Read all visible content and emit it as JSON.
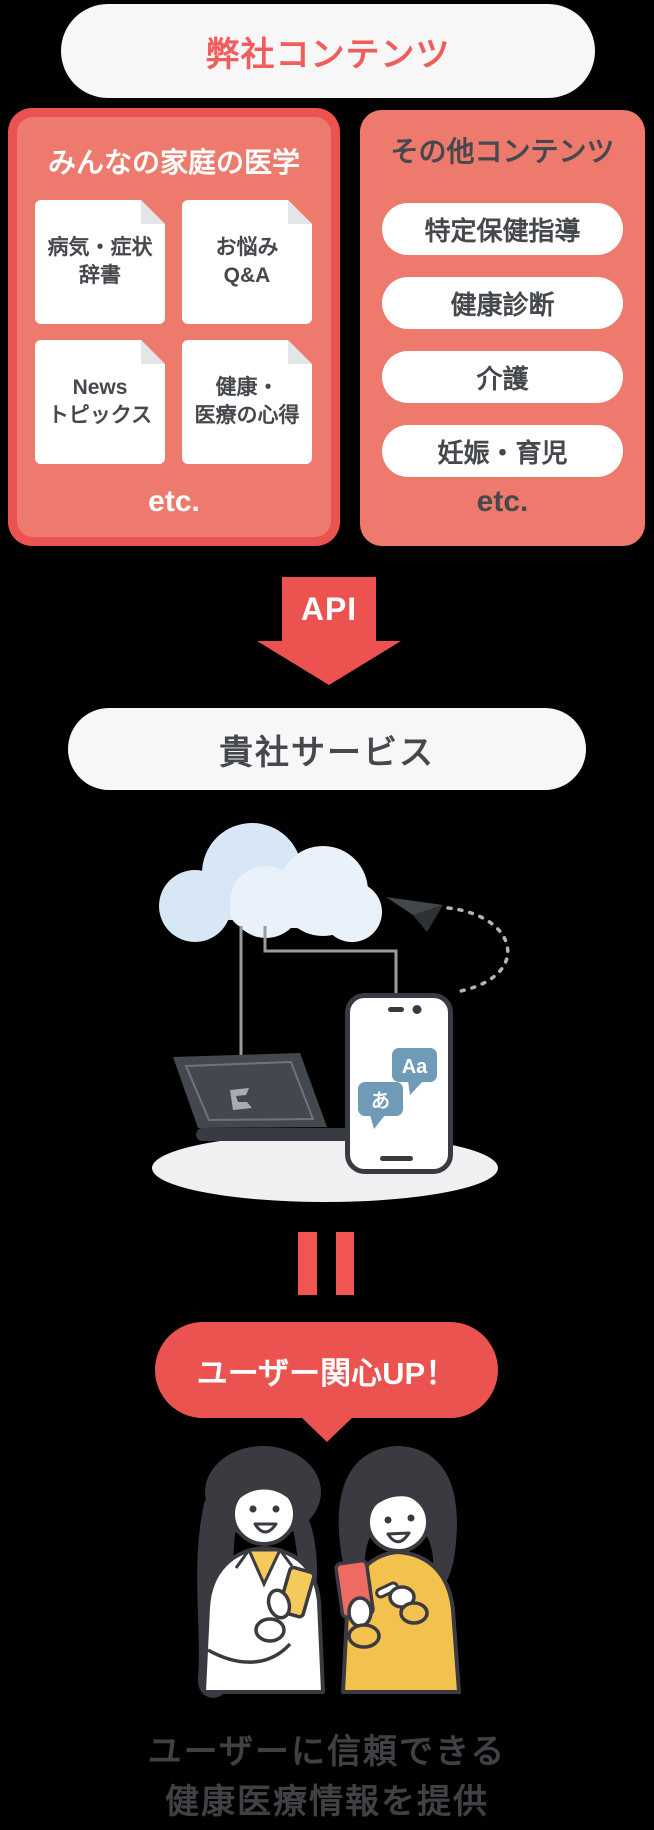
{
  "header": {
    "title": "弊社コンテンツ"
  },
  "our_content": {
    "left_box": {
      "title": "みんなの家庭の医学",
      "cards": [
        {
          "line1": "病気・症状",
          "line2": "辞書"
        },
        {
          "line1": "お悩み",
          "line2": "Q&A"
        },
        {
          "line1": "News",
          "line2": "トピックス"
        },
        {
          "line1": "健康・",
          "line2": "医療の心得"
        }
      ],
      "etc_label": "etc."
    },
    "right_box": {
      "title": "その他コンテンツ",
      "pills": [
        "特定保健指導",
        "健康診断",
        "介護",
        "妊娠・育児"
      ],
      "etc_label": "etc."
    }
  },
  "api_arrow": {
    "label": "API"
  },
  "service": {
    "label": "貴社サービス"
  },
  "illustration": {
    "chat_bubble_latin": "Aa",
    "chat_bubble_japanese": "あ"
  },
  "result": {
    "bubble_label": "ユーザー関心UP！"
  },
  "caption": {
    "line1": "ユーザーに信頼できる",
    "line2": "健康医療情報を提供"
  },
  "colors": {
    "red_primary": "#EB5350",
    "salmon": "#EE7A6D",
    "off_white_pill": "#F7F7F8",
    "title_red": "#F15D5B",
    "dark_text": "#45484D",
    "caption_text": "#3F4145",
    "chat_blue": "#6F9AB8",
    "cloud_back": "#D7E7F6",
    "cloud_front": "#E9F2FB",
    "phone_yellow": "#F6C95C",
    "sweater_yellow": "#F3C14E",
    "phone_red": "#ED6B60",
    "background": "#000000"
  }
}
